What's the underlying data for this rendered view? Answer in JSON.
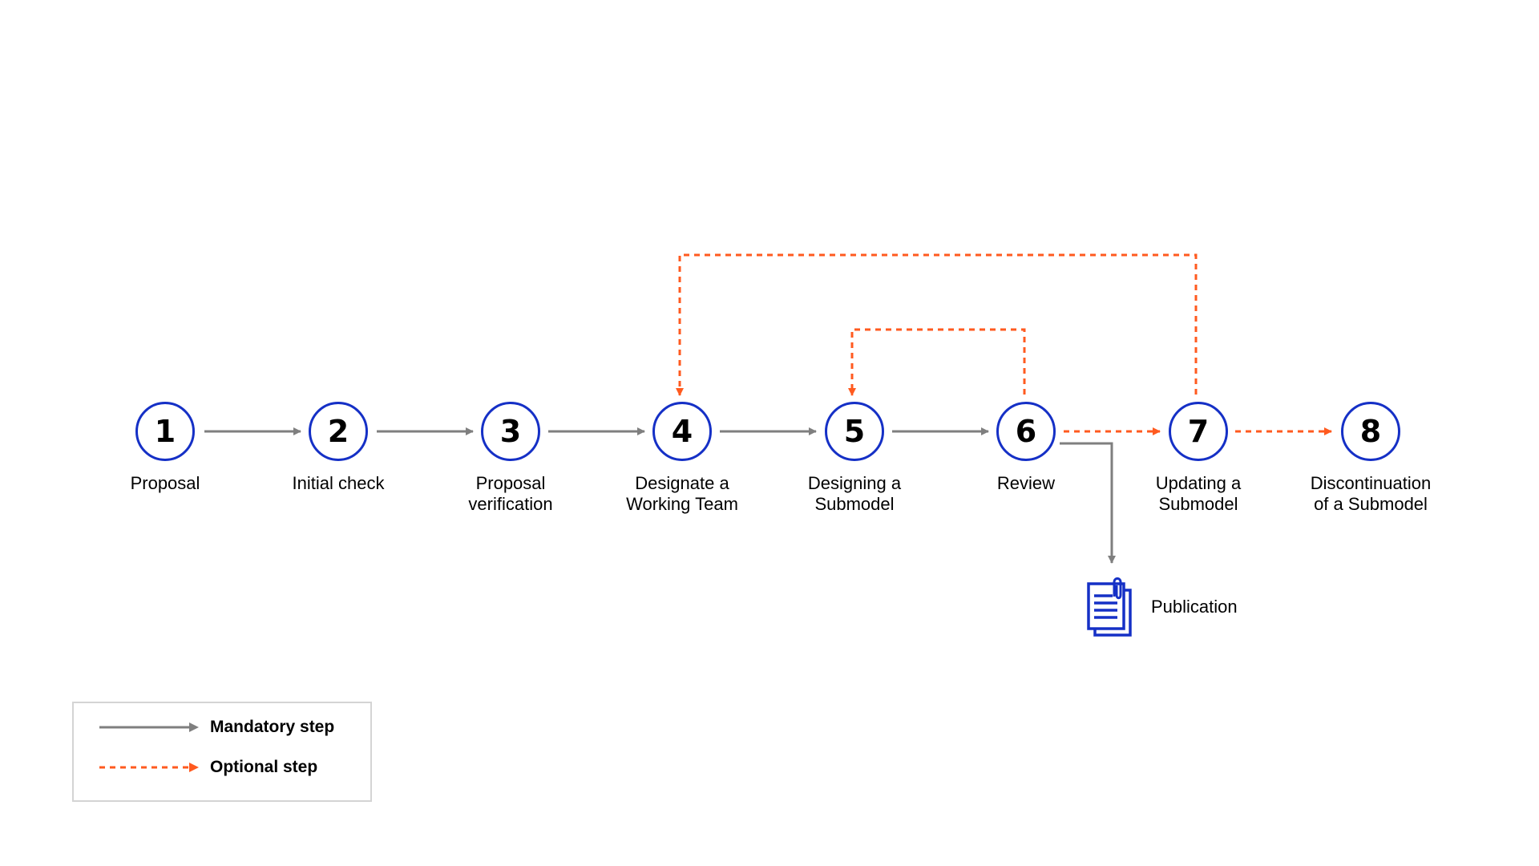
{
  "colors": {
    "circle_border": "#1530c6",
    "mandatory_arrow": "#7f7f7f",
    "optional_arrow": "#ff5a1f",
    "icon": "#1530c6",
    "legend_border": "#d4d4d4"
  },
  "steps": [
    {
      "number": "1",
      "label_line1": "Proposal",
      "label_line2": ""
    },
    {
      "number": "2",
      "label_line1": "Initial check",
      "label_line2": ""
    },
    {
      "number": "3",
      "label_line1": "Proposal",
      "label_line2": "verification"
    },
    {
      "number": "4",
      "label_line1": "Designate a",
      "label_line2": "Working Team"
    },
    {
      "number": "5",
      "label_line1": "Designing a",
      "label_line2": "Submodel"
    },
    {
      "number": "6",
      "label_line1": "Review",
      "label_line2": ""
    },
    {
      "number": "7",
      "label_line1": "Updating a",
      "label_line2": "Submodel"
    },
    {
      "number": "8",
      "label_line1": "Discontinuation",
      "label_line2": "of a Submodel"
    }
  ],
  "connections": [
    {
      "from": "1",
      "to": "2",
      "type": "mandatory"
    },
    {
      "from": "2",
      "to": "3",
      "type": "mandatory"
    },
    {
      "from": "3",
      "to": "4",
      "type": "mandatory"
    },
    {
      "from": "4",
      "to": "5",
      "type": "mandatory"
    },
    {
      "from": "5",
      "to": "6",
      "type": "mandatory"
    },
    {
      "from": "6",
      "to": "7",
      "type": "optional"
    },
    {
      "from": "7",
      "to": "8",
      "type": "optional"
    },
    {
      "from": "6",
      "to": "5",
      "type": "optional"
    },
    {
      "from": "7",
      "to": "4",
      "type": "optional"
    },
    {
      "from": "6",
      "to": "publication",
      "type": "mandatory"
    }
  ],
  "publication": {
    "label": "Publication",
    "icon": "document-clip-icon"
  },
  "legend": {
    "mandatory_label": "Mandatory step",
    "optional_label": "Optional step"
  }
}
